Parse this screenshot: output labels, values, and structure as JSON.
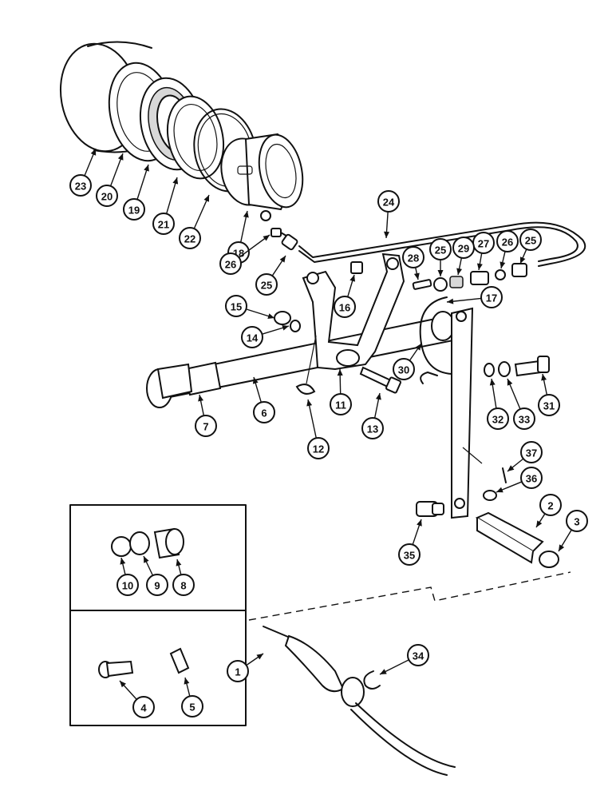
{
  "callouts": [
    {
      "label": "1"
    },
    {
      "label": "2"
    },
    {
      "label": "3"
    },
    {
      "label": "4"
    },
    {
      "label": "5"
    },
    {
      "label": "6"
    },
    {
      "label": "7"
    },
    {
      "label": "8"
    },
    {
      "label": "9"
    },
    {
      "label": "10"
    },
    {
      "label": "11"
    },
    {
      "label": "12"
    },
    {
      "label": "13"
    },
    {
      "label": "14"
    },
    {
      "label": "15"
    },
    {
      "label": "16"
    },
    {
      "label": "17"
    },
    {
      "label": "18"
    },
    {
      "label": "19"
    },
    {
      "label": "20"
    },
    {
      "label": "21"
    },
    {
      "label": "22"
    },
    {
      "label": "23"
    },
    {
      "label": "24"
    },
    {
      "label": "25"
    },
    {
      "label": "25"
    },
    {
      "label": "25"
    },
    {
      "label": "26"
    },
    {
      "label": "26"
    },
    {
      "label": "27"
    },
    {
      "label": "28"
    },
    {
      "label": "29"
    },
    {
      "label": "30"
    },
    {
      "label": "31"
    },
    {
      "label": "32"
    },
    {
      "label": "33"
    },
    {
      "label": "34"
    },
    {
      "label": "35"
    },
    {
      "label": "36"
    },
    {
      "label": "37"
    }
  ]
}
